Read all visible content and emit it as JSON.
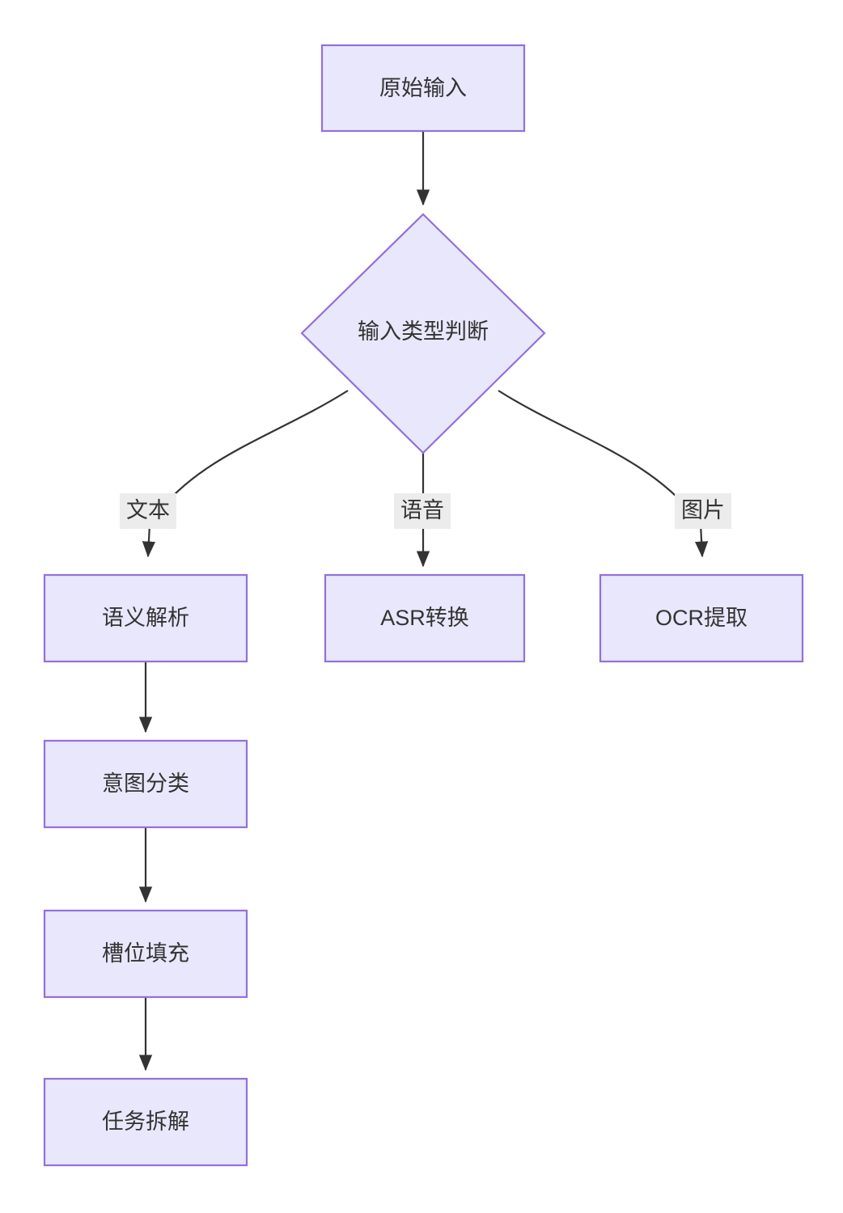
{
  "diagram": {
    "type": "flowchart",
    "direction": "top-down",
    "theme": {
      "node_fill": "#e9e7fb",
      "node_stroke": "#9370db",
      "edge_stroke": "#333333",
      "text_color": "#333333",
      "edge_label_bg": "#ececec",
      "background": "#ffffff"
    },
    "nodes": [
      {
        "id": "n1",
        "label": "原始输入",
        "shape": "rect"
      },
      {
        "id": "n2",
        "label": "输入类型判断",
        "shape": "diamond"
      },
      {
        "id": "n3",
        "label": "语义解析",
        "shape": "rect"
      },
      {
        "id": "n4",
        "label": "ASR转换",
        "shape": "rect"
      },
      {
        "id": "n5",
        "label": "OCR提取",
        "shape": "rect"
      },
      {
        "id": "n6",
        "label": "意图分类",
        "shape": "rect"
      },
      {
        "id": "n7",
        "label": "槽位填充",
        "shape": "rect"
      },
      {
        "id": "n8",
        "label": "任务拆解",
        "shape": "rect"
      }
    ],
    "edges": [
      {
        "from": "n1",
        "to": "n2",
        "label": ""
      },
      {
        "from": "n2",
        "to": "n3",
        "label": "文本"
      },
      {
        "from": "n2",
        "to": "n4",
        "label": "语音"
      },
      {
        "from": "n2",
        "to": "n5",
        "label": "图片"
      },
      {
        "from": "n3",
        "to": "n6",
        "label": ""
      },
      {
        "from": "n6",
        "to": "n7",
        "label": ""
      },
      {
        "from": "n7",
        "to": "n8",
        "label": ""
      }
    ]
  }
}
